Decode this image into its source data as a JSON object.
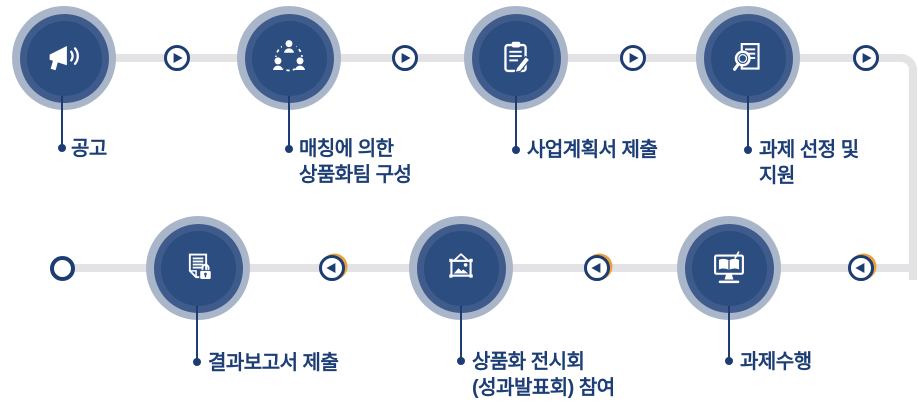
{
  "process": {
    "steps": [
      {
        "name": "announcement",
        "icon": "megaphone-icon",
        "labels": [
          "공고"
        ]
      },
      {
        "name": "team-matching",
        "icon": "team-network-icon",
        "labels": [
          "매칭에 의한",
          "상품화팀 구성"
        ]
      },
      {
        "name": "business-plan",
        "icon": "clipboard-pencil-icon",
        "labels": [
          "사업계획서 제출"
        ]
      },
      {
        "name": "selection-support",
        "icon": "document-magnifier-icon",
        "labels": [
          "과제 선정 및",
          "지원"
        ]
      },
      {
        "name": "task-execution",
        "icon": "monitor-book-icon",
        "labels": [
          "과제수행"
        ]
      },
      {
        "name": "exhibition",
        "icon": "picture-frame-icon",
        "labels": [
          "상품화 전시회",
          "(성과발표회) 참여"
        ]
      },
      {
        "name": "final-report",
        "icon": "document-lock-icon",
        "labels": [
          "결과보고서 제출"
        ]
      }
    ],
    "flow": {
      "top_row_arrow_direction": "right",
      "bottom_row_arrow_direction": "left",
      "end_marker": "empty-circle"
    },
    "colors": {
      "navy_text": "#1d3e75",
      "inner_circle": "#2b4d80",
      "middle_ring": "#3e5b8b",
      "outer_ring": "#a9b6ca",
      "track_gray": "#e3e3e5",
      "arrow_border": "#1d3d72",
      "orange_accent": "#e8a23d",
      "icon_white": "#ffffff"
    }
  }
}
